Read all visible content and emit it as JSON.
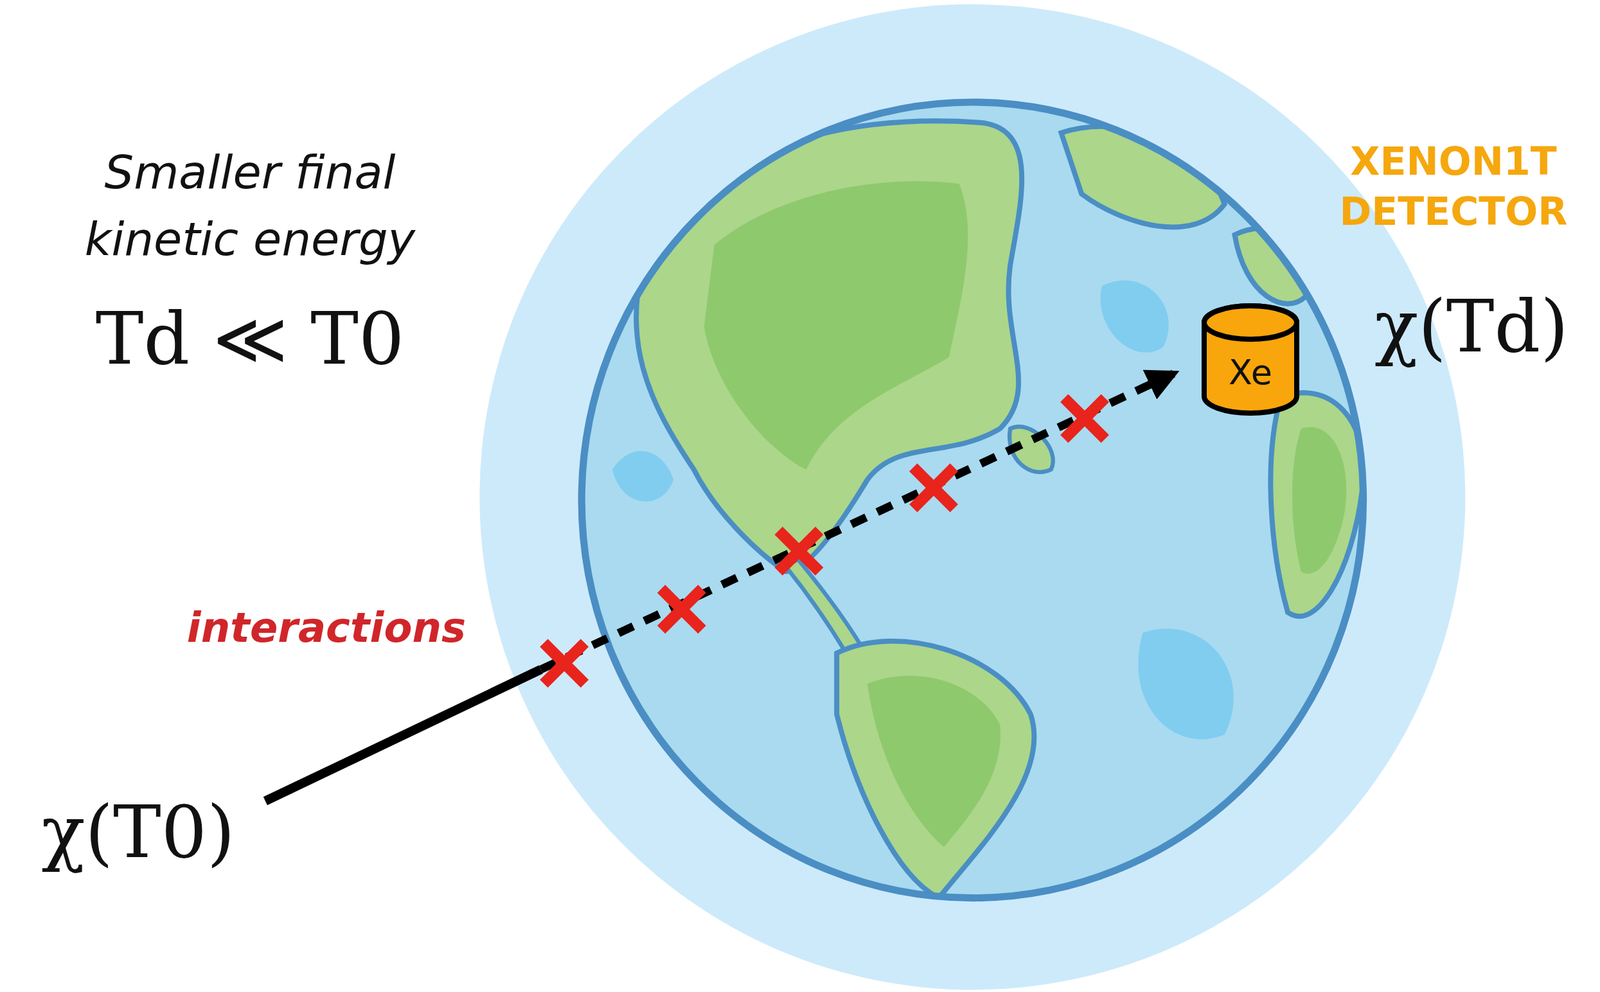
{
  "diagram": {
    "nodes": [
      {
        "text": [
          "Xe"
        ]
      }
    ],
    "labels": [
      "Smaller final kinetic energy",
      "Td ≪ T0",
      "interactions",
      "XENON1T DETECTOR",
      "χ(Td)",
      "χ(T0)"
    ]
  }
}
